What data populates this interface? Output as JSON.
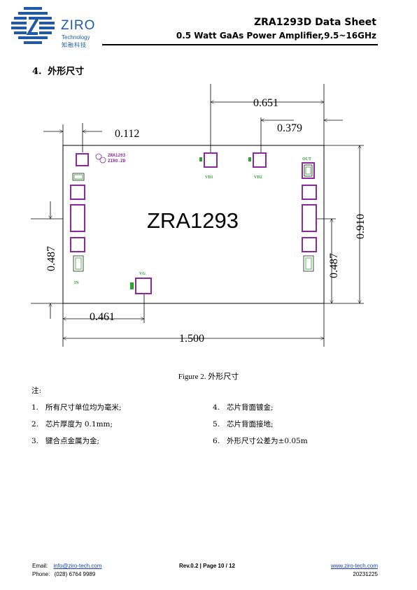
{
  "header": {
    "logo_word": "ZIRO",
    "logo_tech": "Technology",
    "logo_cn": "知融科技",
    "title": "ZRA1293D Data Sheet",
    "subtitle": "0.5 Watt GaAs Power Amplifier,9.5~16GHz"
  },
  "section": {
    "number": "4.",
    "title": "外形尺寸"
  },
  "figure": {
    "chip_name": "ZRA1293",
    "chip_code_1": "ZRA1293",
    "chip_code_2": "ZIRO.ZD",
    "pad_labels": {
      "vd1": "VD1",
      "vd2": "VD2",
      "out": "OUT",
      "in": "IN",
      "vg": "VG"
    },
    "dims": {
      "d0651": "0.651",
      "d0379": "0.379",
      "d0112": "0.112",
      "d0910": "0.910",
      "d0487_left": "0.487",
      "d0487_right": "0.487",
      "d0461": "0.461",
      "d1500": "1.500"
    },
    "caption": "Figure 2. 外形尺寸"
  },
  "notes": {
    "heading": "注:",
    "items": [
      {
        "num": "1.",
        "text": "所有尺寸单位均为毫米;"
      },
      {
        "num": "2.",
        "text": "芯片厚度为 0.1mm;"
      },
      {
        "num": "3.",
        "text": "键合点金属为金;"
      },
      {
        "num": "4.",
        "text": "芯片背面镀金;"
      },
      {
        "num": "5.",
        "text": "芯片背面接地;"
      },
      {
        "num": "6.",
        "text": "外形尺寸公差为±0.05m"
      }
    ]
  },
  "footer": {
    "email_label": "Email:",
    "email": "info@ziro-tech.com",
    "phone_label": "Phone:",
    "phone": "(028) 6764 9989",
    "rev": "Rev.0.2",
    "page_label": "Page",
    "page": "10 / 12",
    "website": "www.ziro-tech.com",
    "date": "20231225"
  },
  "colors": {
    "brand": "#1e5aa8",
    "pad": "#8a2a9c",
    "pad_label": "#2ea32e"
  }
}
